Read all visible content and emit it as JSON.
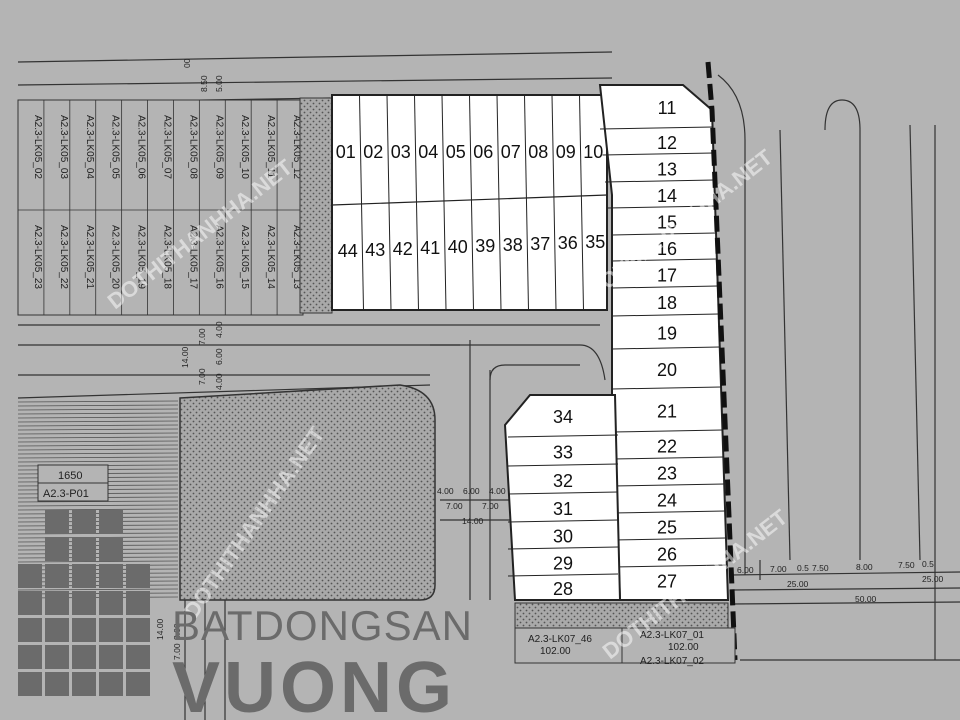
{
  "colors": {
    "background": "#b4b4b4",
    "plot_fill": "#ffffff",
    "line": "#2a2a2a",
    "hatch_fill": "#a9a9a9",
    "logo_gray": "#6b6b6b",
    "watermark": "#ffffff"
  },
  "top_block_lots_upper": [
    "01",
    "02",
    "03",
    "04",
    "05",
    "06",
    "07",
    "08",
    "09",
    "10"
  ],
  "top_block_lots_lower": [
    "44",
    "43",
    "42",
    "41",
    "40",
    "39",
    "38",
    "37",
    "36",
    "35"
  ],
  "right_column_lots": [
    "11",
    "12",
    "13",
    "14",
    "15",
    "16",
    "17",
    "18",
    "19",
    "20",
    "21",
    "22",
    "23",
    "24",
    "25",
    "26",
    "27"
  ],
  "left_column_lots": [
    "34",
    "33",
    "32",
    "31",
    "30",
    "29",
    "28"
  ],
  "lk05_upper_labels": [
    "A2.3-LK05_02",
    "A2.3-LK05_03",
    "A2.3-LK05_04",
    "A2.3-LK05_05",
    "A2.3-LK05_06",
    "A2.3-LK05_07",
    "A2.3-LK05_08",
    "A2.3-LK05_09",
    "A2.3-LK05_10",
    "A2.3-LK05_11",
    "A2.3-LK05_12"
  ],
  "lk05_lower_labels": [
    "A2.3-LK05_23",
    "A2.3-LK05_22",
    "A2.3-LK05_21",
    "A2.3-LK05_20",
    "A2.3-LK05_19",
    "A2.3-LK05_18",
    "A2.3-LK05_17",
    "A2.3-LK05_16",
    "A2.3-LK05_15",
    "A2.3-LK05_14",
    "A2.3-LK05_13"
  ],
  "lk07_labels": [
    "A2.3-LK07_46",
    "A2.3-LK07_01",
    "A2.3-LK07_02"
  ],
  "lk07_areas": [
    "102.00",
    "102.00"
  ],
  "park_label": {
    "area": "1650",
    "code": "A2.3-P01"
  },
  "dimensions": {
    "top_left": [
      "00",
      "5.00",
      "8.50"
    ],
    "road_vertical_mid": [
      "7.00",
      "14.00",
      "6.00",
      "7.00",
      "4.00",
      "4.00"
    ],
    "road_center": [
      "4.00",
      "6.00",
      "4.00",
      "7.00",
      "7.00",
      "14.00"
    ],
    "road_right": [
      "6.00",
      "7.00",
      "0.5",
      "7.50",
      "8.00",
      "7.50",
      "0.5",
      "25.00",
      "25.00",
      "50.00"
    ],
    "road_bottom_left": [
      "14.00",
      "8.00",
      "7.00"
    ]
  },
  "watermark_text": "DOTHITHANHHA.NET",
  "logo": {
    "line1": "BATDONGSAN",
    "line2": "VUONG"
  }
}
